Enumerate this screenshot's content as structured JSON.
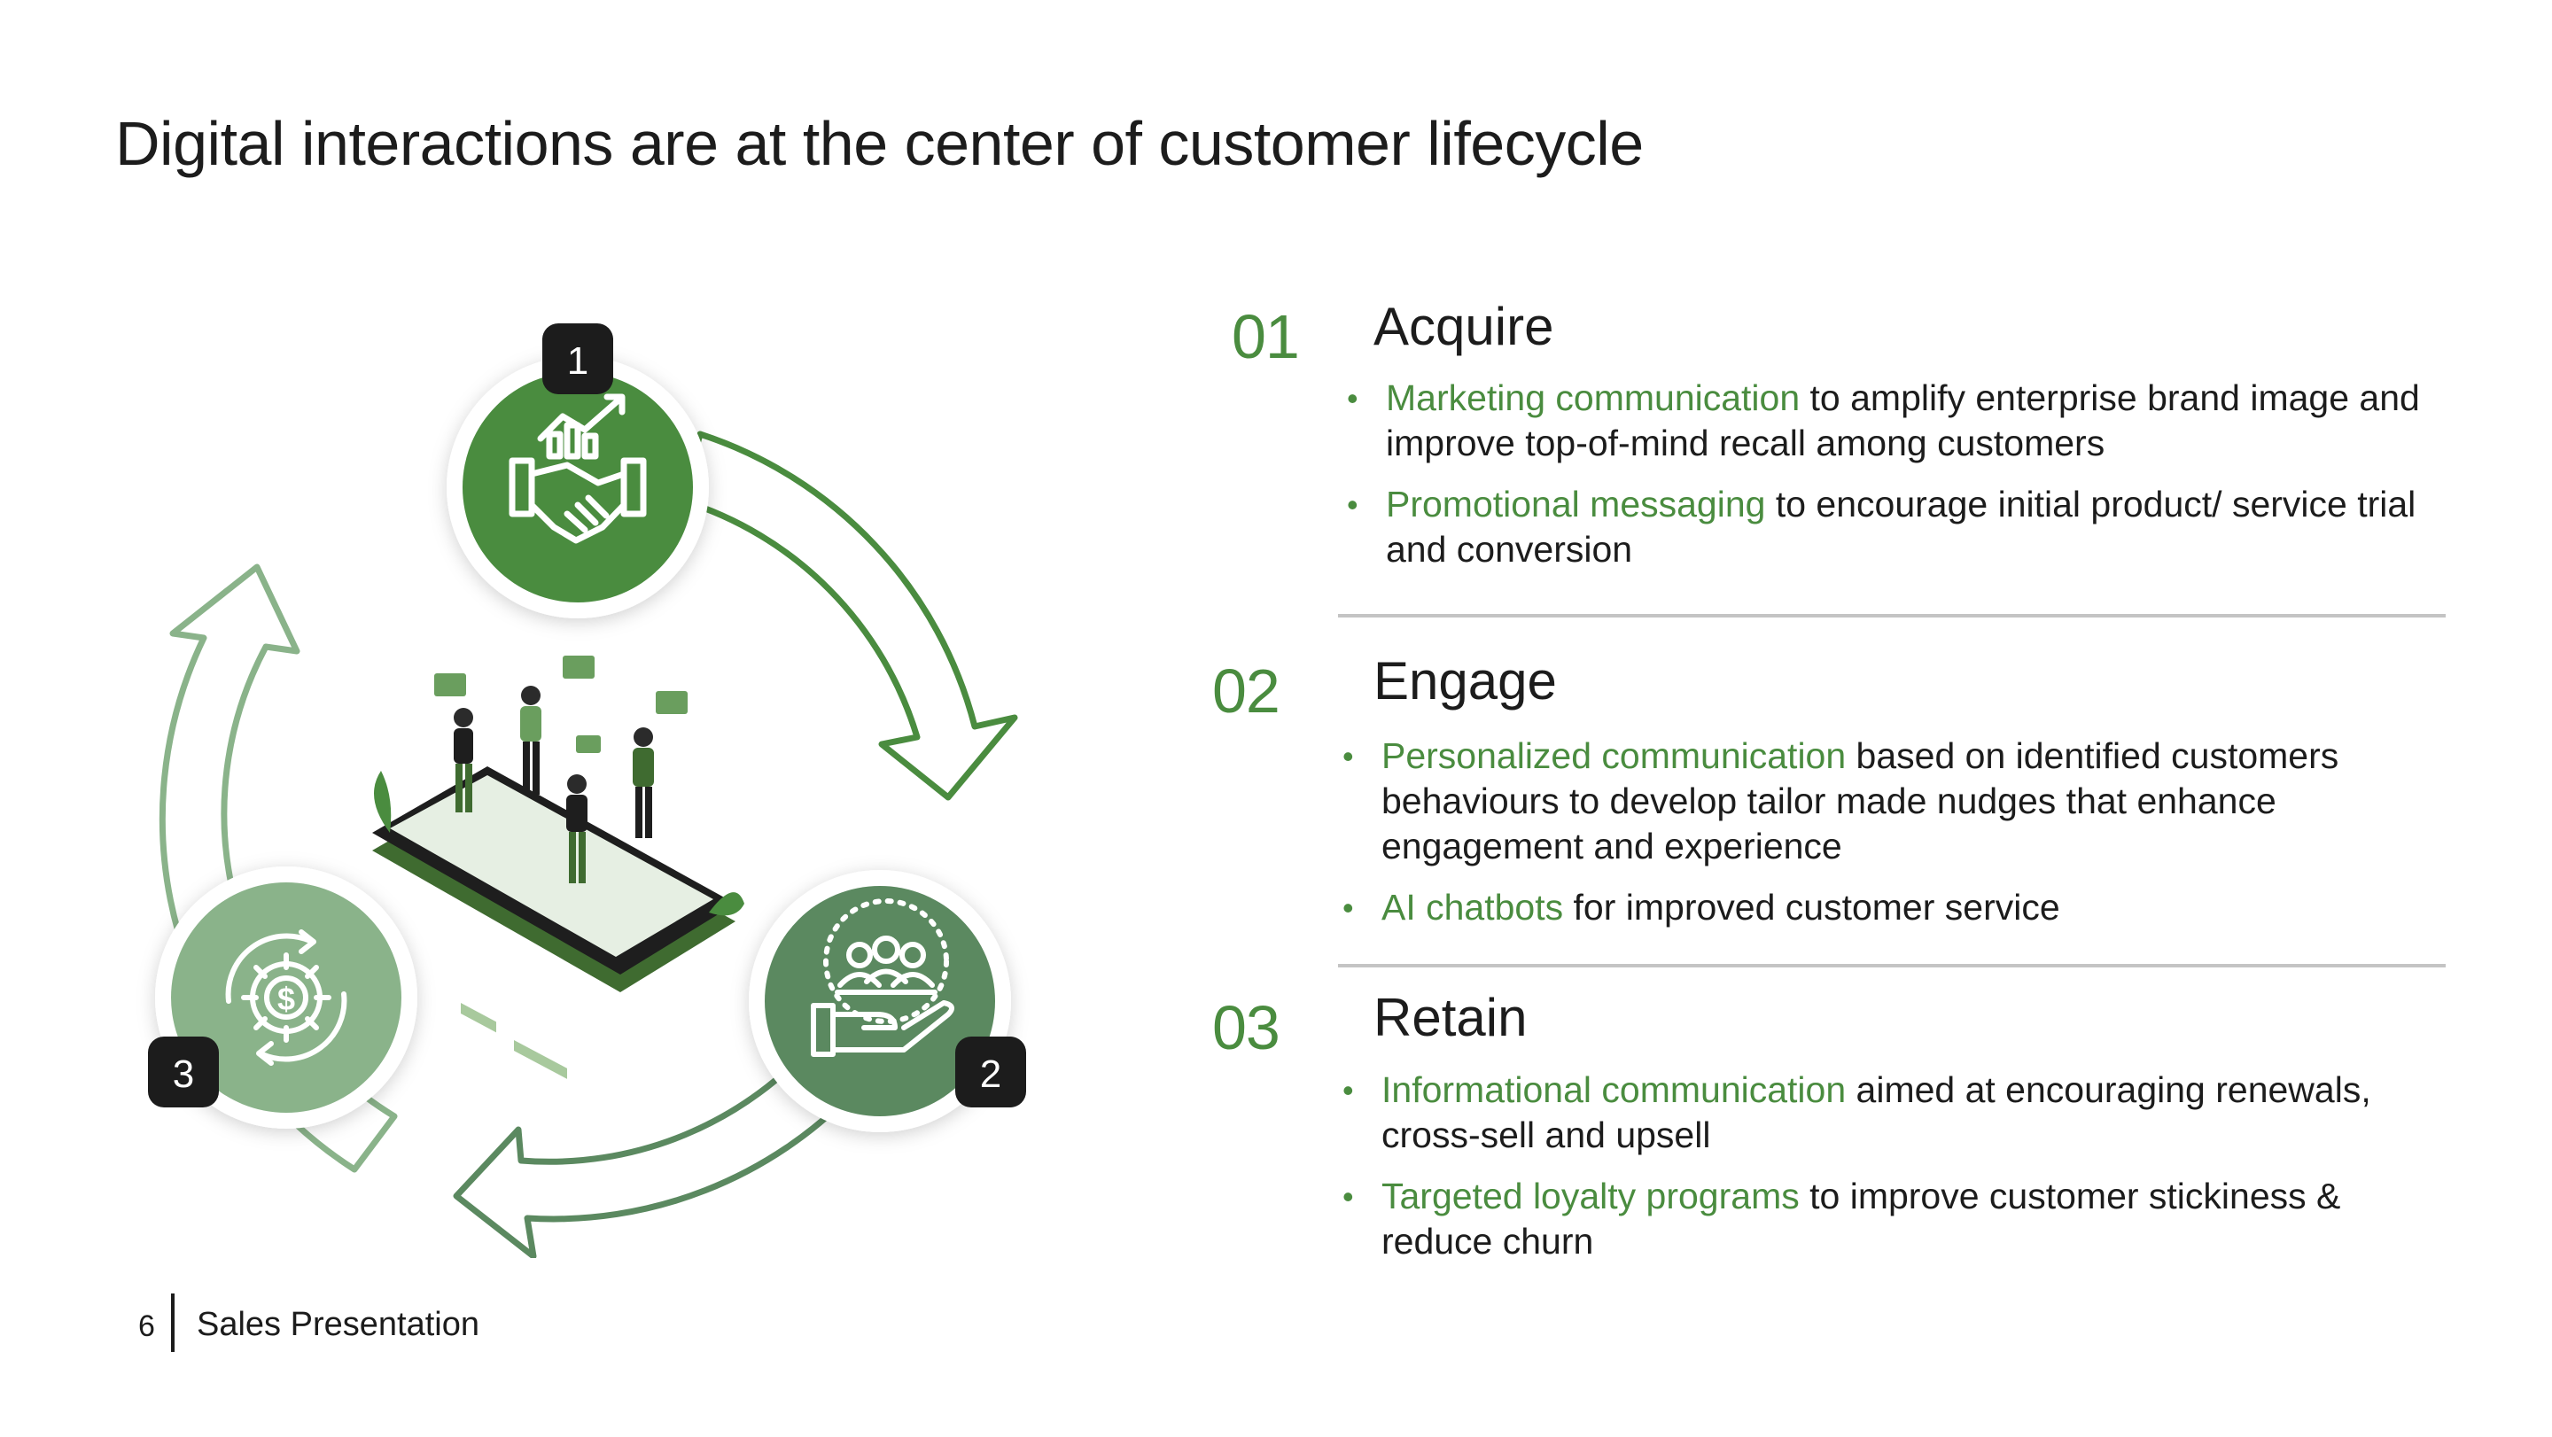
{
  "title": "Digital interactions are at the center of customer lifecycle",
  "cycle": {
    "badges": [
      "1",
      "2",
      "3"
    ],
    "icons": [
      "handshake-growth-icon",
      "team-care-icon",
      "dollar-gear-cycle-icon",
      "people-on-phone-illustration"
    ],
    "colors": {
      "dark_green": "#4a8c3f",
      "mid_green": "#5b8960",
      "light_green": "#8ab38a"
    }
  },
  "sections": [
    {
      "number": "01",
      "title": "Acquire",
      "bullets": [
        {
          "highlight": "Marketing communication",
          "text": " to amplify enterprise brand image and improve top-of-mind recall among customers"
        },
        {
          "highlight": "Promotional messaging",
          "text": " to encourage initial product/ service trial and conversion"
        }
      ]
    },
    {
      "number": "02",
      "title": "Engage",
      "bullets": [
        {
          "highlight": "Personalized communication",
          "text": " based on identified customers behaviours to develop tailor made nudges that enhance engagement and experience"
        },
        {
          "highlight": "AI chatbots",
          "text": " for improved customer service"
        }
      ]
    },
    {
      "number": "03",
      "title": "Retain",
      "bullets": [
        {
          "highlight": "Informational communication",
          "text": " aimed at encouraging renewals, cross-sell and upsell"
        },
        {
          "highlight": "Targeted loyalty programs",
          "text": " to improve customer stickiness & reduce churn"
        }
      ]
    }
  ],
  "footer": {
    "page_number": "6",
    "label": "Sales Presentation"
  },
  "accent_color": "#4a8c3f"
}
